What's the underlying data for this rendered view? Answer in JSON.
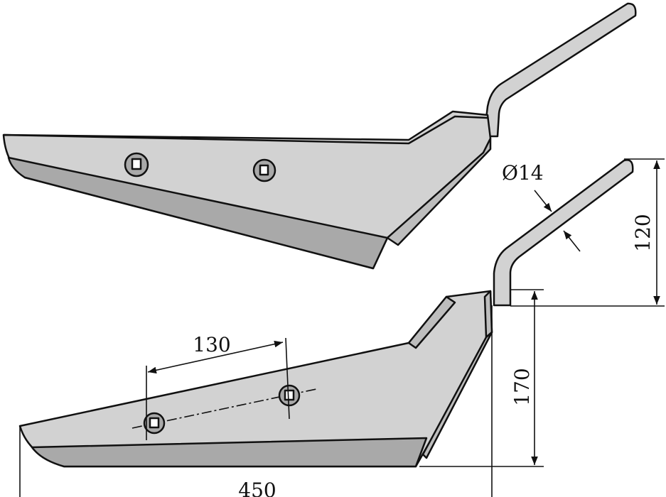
{
  "drawing": {
    "dimensions": {
      "rod_diameter": "Ø14",
      "rod_height": "120",
      "blade_height": "170",
      "hole_spacing": "130",
      "overall_length": "450"
    },
    "colors": {
      "face": "#d2d2d2",
      "bevel": "#a9a9a9",
      "outline": "#111111"
    }
  }
}
